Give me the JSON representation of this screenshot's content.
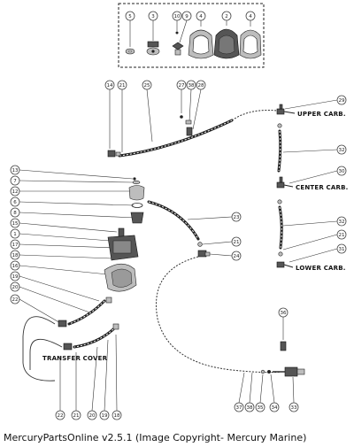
{
  "caption": "MercuryPartsOnline v2.5.1 (Image Copyright- Mercury Marine)",
  "labels": {
    "upper_carb": "UPPER CARB.",
    "center_carb": "CENTER CARB.",
    "lower_carb": "LOWER CARB.",
    "transfer_cover": "TRANSFER COVER"
  },
  "inset_callouts": [
    "5",
    "3",
    "10",
    "9",
    "4",
    "2",
    "4"
  ],
  "top_callouts": [
    "14",
    "21",
    "25",
    "27",
    "38",
    "28"
  ],
  "right_callouts": [
    "29",
    "32",
    "30",
    "32",
    "21",
    "31"
  ],
  "left_callouts": [
    "13",
    "7",
    "12",
    "6",
    "8",
    "15",
    "1",
    "17",
    "18",
    "16",
    "19",
    "20",
    "22"
  ],
  "middle_callouts": [
    "23",
    "21",
    "24"
  ],
  "mid_right_callouts": [
    "36"
  ],
  "bottom_callouts_left": [
    "22",
    "21",
    "20",
    "19",
    "18"
  ],
  "bottom_callouts_right": [
    "37",
    "38",
    "35",
    "34",
    "33"
  ]
}
